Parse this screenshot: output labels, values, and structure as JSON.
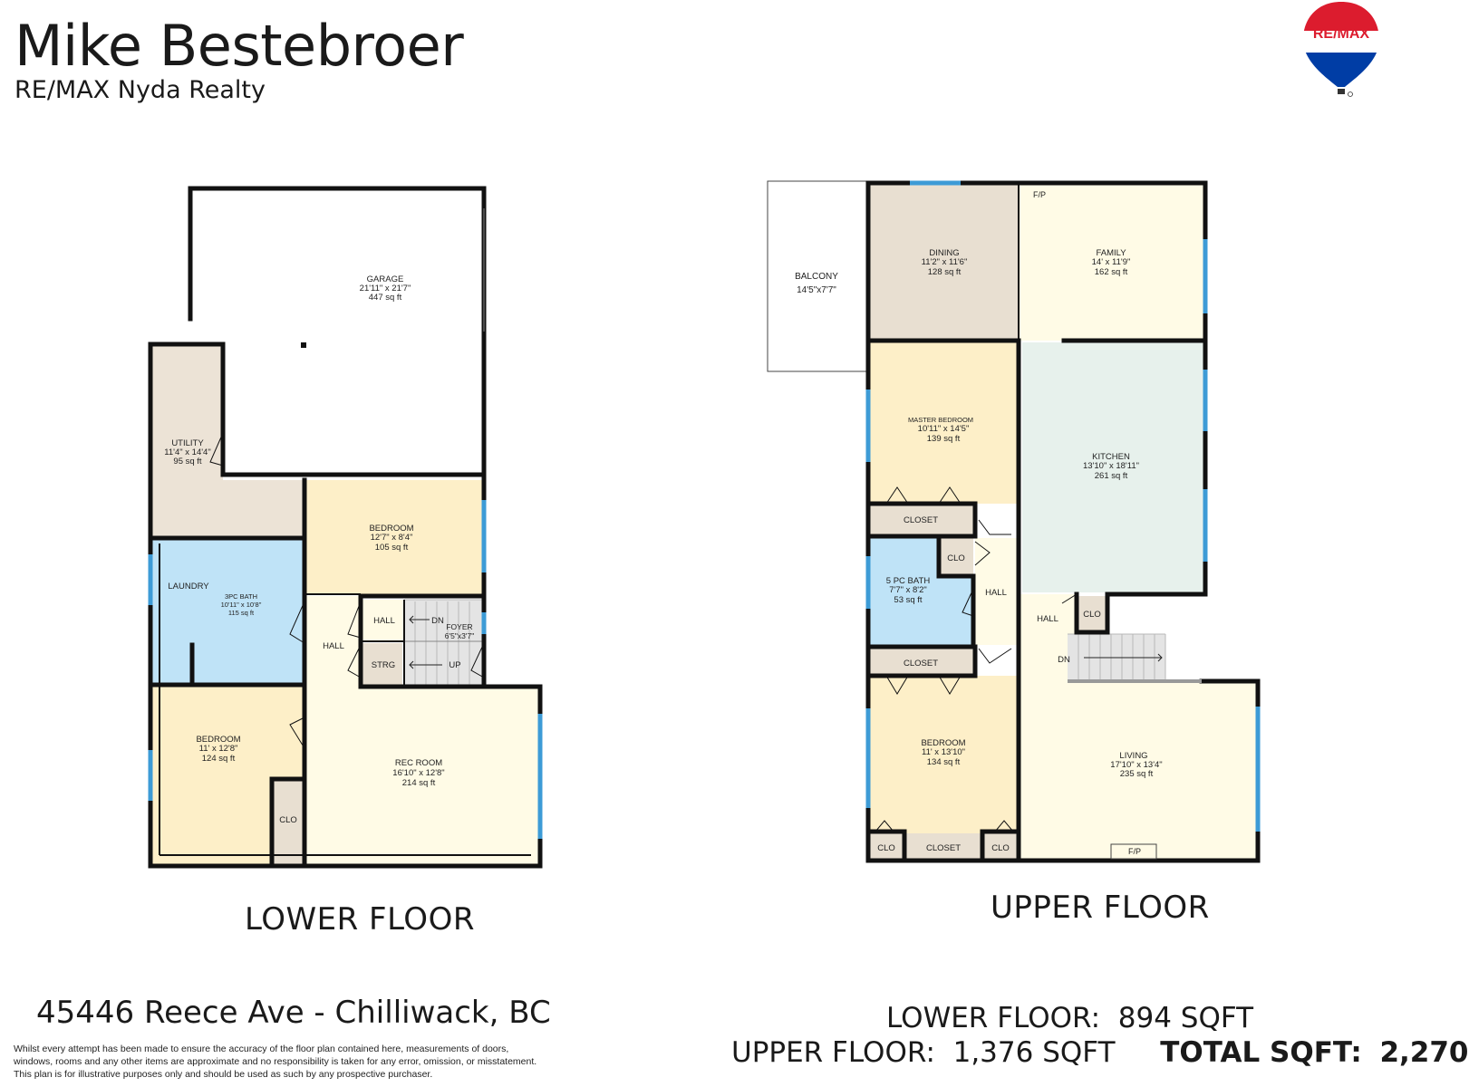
{
  "header": {
    "agent_name": "Mike Bestebroer",
    "agency": "RE/MAX Nyda Realty",
    "logo_text": "RE/MAX"
  },
  "lower_floor": {
    "title": "LOWER FLOOR",
    "rooms": {
      "garage": {
        "name": "GARAGE",
        "dims": "21'11\" x 21'7\"",
        "area": "447 sq ft"
      },
      "utility": {
        "name": "UTILITY",
        "dims": "11'4\" x 14'4\"",
        "area": "95 sq ft"
      },
      "bedroom1": {
        "name": "BEDROOM",
        "dims": "12'7\" x 8'4\"",
        "area": "105 sq ft"
      },
      "laundry": {
        "name": "LAUNDRY"
      },
      "bath3pc": {
        "name": "3PC BATH",
        "dims": "10'11\" x 10'8\"",
        "area": "115 sq ft"
      },
      "hall_upper": {
        "name": "HALL"
      },
      "dn": {
        "name": "DN"
      },
      "foyer": {
        "name": "FOYER",
        "dims": "6'5\"x3'7\""
      },
      "hall_main": {
        "name": "HALL"
      },
      "strg": {
        "name": "STRG"
      },
      "up": {
        "name": "UP"
      },
      "bedroom2": {
        "name": "BEDROOM",
        "dims": "11' x 12'8\"",
        "area": "124 sq ft"
      },
      "clo": {
        "name": "CLO"
      },
      "rec_room": {
        "name": "REC ROOM",
        "dims": "16'10\" x 12'8\"",
        "area": "214 sq ft"
      }
    }
  },
  "upper_floor": {
    "title": "UPPER FLOOR",
    "rooms": {
      "balcony": {
        "name": "BALCONY",
        "dims": "14'5\"x7'7\""
      },
      "dining": {
        "name": "DINING",
        "dims": "11'2\" x 11'6\"",
        "area": "128 sq ft"
      },
      "family": {
        "name": "FAMILY",
        "dims": "14' x 11'9\"",
        "area": "162 sq ft"
      },
      "fp_top": {
        "name": "F/P"
      },
      "master": {
        "name": "MASTER BEDROOM",
        "dims": "10'11\" x 14'5\"",
        "area": "139 sq ft"
      },
      "kitchen": {
        "name": "KITCHEN",
        "dims": "13'10\" x 18'11\"",
        "area": "261 sq ft"
      },
      "closet1": {
        "name": "CLOSET"
      },
      "clo1": {
        "name": "CLO"
      },
      "bath5pc": {
        "name": "5 PC BATH",
        "dims": "7'7\" x 8'2\"",
        "area": "53 sq ft"
      },
      "hall1": {
        "name": "HALL"
      },
      "hall2": {
        "name": "HALL"
      },
      "clo2": {
        "name": "CLO"
      },
      "dn": {
        "name": "DN"
      },
      "closet2": {
        "name": "CLOSET"
      },
      "bedroom": {
        "name": "BEDROOM",
        "dims": "11' x 13'10\"",
        "area": "134 sq ft"
      },
      "living": {
        "name": "LIVING",
        "dims": "17'10\" x 13'4\"",
        "area": "235 sq ft"
      },
      "clo3": {
        "name": "CLO"
      },
      "closet3": {
        "name": "CLOSET"
      },
      "clo4": {
        "name": "CLO"
      },
      "fp_bottom": {
        "name": "F/P"
      }
    }
  },
  "footer": {
    "address": "45446 Reece Ave -  Chilliwack, BC",
    "disclaimer": [
      "Whilst every attempt has been made to ensure the accuracy of the floor plan contained here, measurements of doors,",
      "windows, rooms and any other items are approximate and no responsibility is taken for any error, omission, or misstatement.",
      "This plan is for illustrative purposes only and should be used as such by any prospective purchaser."
    ],
    "lower_sqft_label": "LOWER FLOOR:",
    "lower_sqft_value": "894 SQFT",
    "upper_sqft_label": "UPPER FLOOR:",
    "upper_sqft_value": "1,376 SQFT",
    "total_label": "TOTAL SQFT:",
    "total_value": "2,270"
  },
  "colors": {
    "wall": "#111111",
    "window": "#3d9bd6",
    "garage": "#ffffff",
    "utility": "#ece3d6",
    "bedroom": "#fdefc8",
    "bath": "#bfe3f7",
    "hall": "#fffbe6",
    "rec": "#fffbe6",
    "dining": "#e8dfd1",
    "family": "#fffbe6",
    "kitchen": "#e7f1ec",
    "closet": "#e8dfd1",
    "stairs": "#e0e0e0"
  }
}
